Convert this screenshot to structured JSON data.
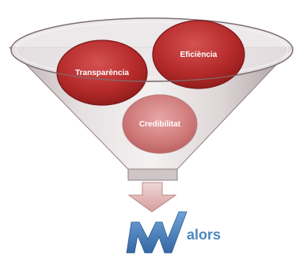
{
  "funnel": {
    "circles": [
      {
        "id": "transparencia",
        "label": "Transparència"
      },
      {
        "id": "eficiencia",
        "label": "Eficiència"
      },
      {
        "id": "credibilitat",
        "label": "Credibilitat"
      }
    ],
    "circle_color": "#b02a2a",
    "funnel_color": "#d7cfd0"
  },
  "arrow": {
    "color": "#d9a6a6"
  },
  "logo": {
    "text": "alors",
    "mark": "MV",
    "color": "#4d86c0"
  }
}
